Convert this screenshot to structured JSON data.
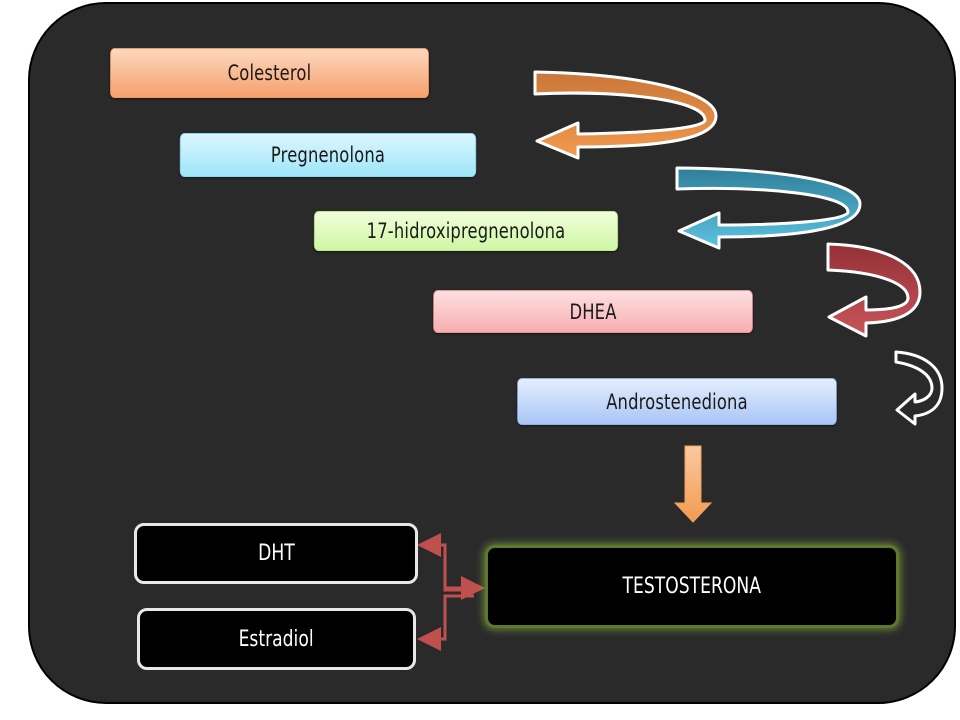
{
  "steps": [
    {
      "label": "Colesterol"
    },
    {
      "label": "Pregnenolona"
    },
    {
      "label": "17-hidroxipregnenolona"
    },
    {
      "label": "DHEA"
    },
    {
      "label": "Androstenediona"
    }
  ],
  "products": {
    "testosterone": "TESTOSTERONA",
    "dht": "DHT",
    "estradiol": "Estradiol"
  },
  "colors": {
    "panel_background": "#2a2a2a",
    "arrow_orange": "#e58b3c",
    "arrow_teal": "#3aa6c8",
    "arrow_red": "#b8434a",
    "arrow_white": "#ffffff",
    "down_arrow": "#f7a966",
    "link_arrows": "#c0504d"
  }
}
